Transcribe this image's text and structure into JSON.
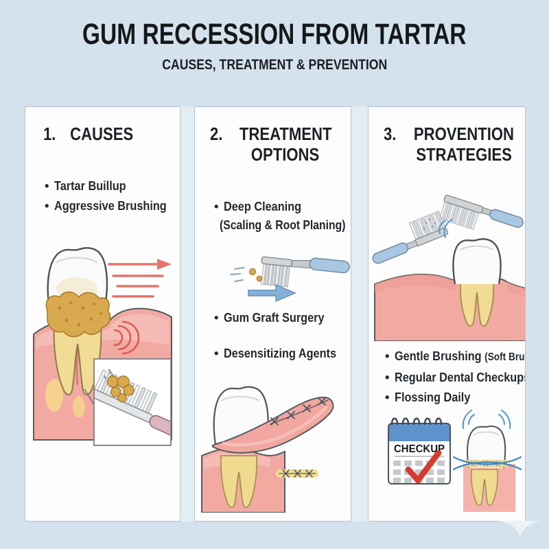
{
  "title": "GUM RECCESSION FROM TARTAR",
  "subtitle": "CAUSES, TREATMENT & PREVENTION",
  "panels": [
    {
      "number": "1.",
      "heading_line1": "CAUSES",
      "heading_line2": "",
      "bullets": [
        {
          "text": "Tartar Buillup"
        },
        {
          "text": "Aggressive Brushing"
        }
      ]
    },
    {
      "number": "2.",
      "heading_line1": "TREATMENT",
      "heading_line2": "OPTIONS",
      "bullets": [
        {
          "text": "Deep Cleaning",
          "sub": "(Scaling & Root Planing)"
        },
        {
          "text": "Gum Graft Surgery"
        },
        {
          "text": "Desensitizing Agents"
        }
      ]
    },
    {
      "number": "3.",
      "heading_line1": "PROVENTION",
      "heading_line2": "STRATEGIES",
      "bullets": [
        {
          "text": "Gentle Brushing",
          "note": "(Soft Brush)"
        },
        {
          "text": "Regular Dental Checkups"
        },
        {
          "text": "Flossing Daily"
        }
      ],
      "calendar_label": "CHECKUP"
    }
  ],
  "colors": {
    "background": "#d3e2ec",
    "card": "#fdfdfd",
    "heading_text": "#1d2125",
    "body_text": "#25292d",
    "gum_pink": "#f2a9a2",
    "tartar_yellow": "#d9a94f",
    "root_yellow": "#f2db94",
    "alert_red": "#e4756a",
    "handle_blue": "#a9c7e2",
    "arrow_blue": "#85b1d8",
    "calendar_blue": "#5e93ce",
    "check_red": "#d63a2f",
    "floss_blue": "#3f88c0"
  }
}
